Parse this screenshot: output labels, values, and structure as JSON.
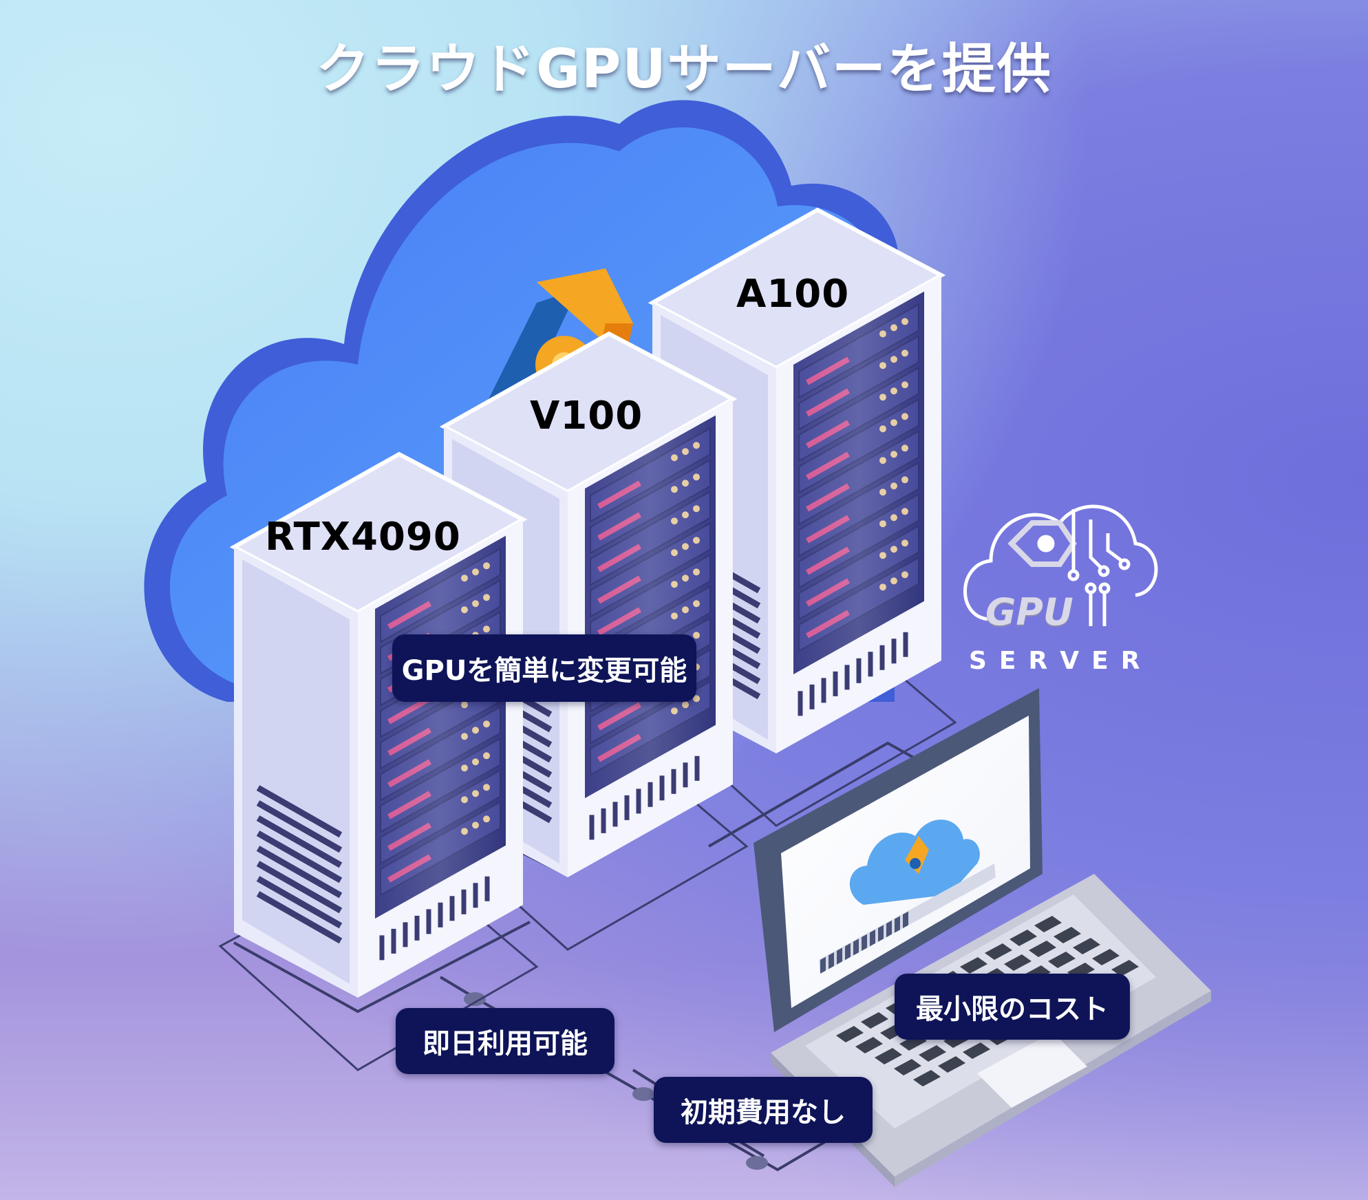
{
  "title": "クラウドGPUサーバーを提供",
  "servers": [
    {
      "label": "RTX4090"
    },
    {
      "label": "V100"
    },
    {
      "label": "A100"
    }
  ],
  "features": [
    {
      "label": "GPUを簡単に変更可能"
    },
    {
      "label": "即日利用可能"
    },
    {
      "label": "初期費用なし"
    },
    {
      "label": "最小限のコスト"
    }
  ],
  "brand": {
    "gpu_text": "GPU",
    "server_text": "SERVER"
  },
  "colors": {
    "cloud_blue": "#4f8df9",
    "pill_bg": "#0e1457",
    "server_white": "#eef0fb",
    "led_pink": "#d2508f",
    "logo_orange": "#f5a623"
  }
}
